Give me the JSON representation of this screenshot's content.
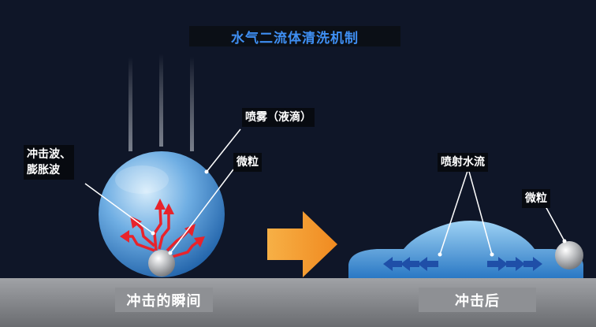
{
  "title": "水气二流体清洗机制",
  "labels": {
    "shockwave_line1": "冲击波、",
    "shockwave_line2": "膨胀波",
    "spray": "喷雾（液滴）",
    "particle_left": "微粒",
    "jet_flow": "喷射水流",
    "particle_right": "微粒"
  },
  "captions": {
    "moment_of_impact": "冲击的瞬间",
    "after_impact": "冲击后"
  },
  "colors": {
    "background": "#0f1628",
    "title_text": "#3f8ff3",
    "shock_arrows": "#e8232b",
    "process_arrow": "#f39a2a",
    "flow_arrows": "#1f4fa8",
    "ground": "#8a8c90"
  },
  "icons": {
    "process_arrow": "right-arrow-icon",
    "shock_arrows": "burst-arrows-icon",
    "flow_arrows": "double-chevron-arrows-icon"
  }
}
